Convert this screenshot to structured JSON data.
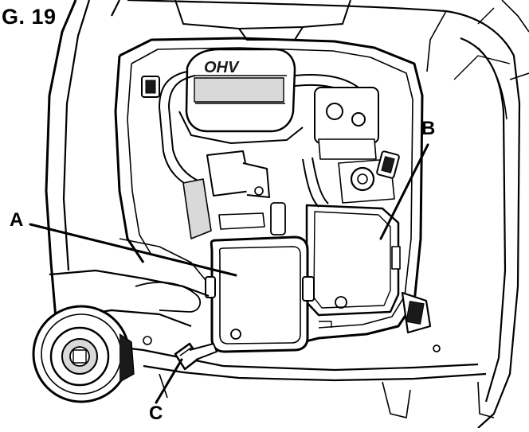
{
  "figure": {
    "title": "G. 19",
    "callouts": [
      {
        "id": "a",
        "letter": "A"
      },
      {
        "id": "b",
        "letter": "B"
      },
      {
        "id": "c",
        "letter": "C"
      }
    ],
    "engine_cover_text": "OHV"
  },
  "colors": {
    "line": "#000000",
    "paper": "#ffffff",
    "shade": "#d9d9d9",
    "dark": "#1a1a1a"
  }
}
